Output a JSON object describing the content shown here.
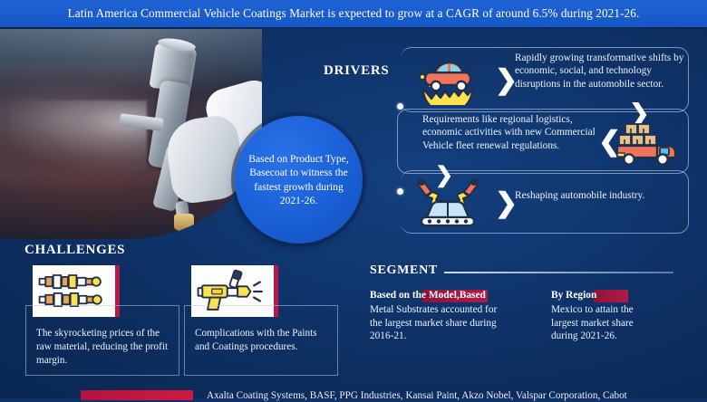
{
  "header": {
    "title": "Latin America Commercial Vehicle Coatings Market is expected to grow at a CAGR of around 6.5% during 2021-26."
  },
  "photo": {
    "alt": "spray-painting-vehicle-panel-photo"
  },
  "circle_callout": {
    "text": "Based on Product Type, Basecoat to witness the fastest growth during 2021-26."
  },
  "drivers": {
    "label": "DRIVERS",
    "items": [
      {
        "icon": "car-gear-icon",
        "text": "Rapidly growing transformative shifts by economic, social, and technology disruptions in the automobile sector."
      },
      {
        "icon": "delivery-truck-icon",
        "text": "Requirements like regional logistics, economic activities with new Commercial Vehicle fleet renewal regulations."
      },
      {
        "icon": "car-assembly-sparks-icon",
        "text": "Reshaping automobile industry."
      }
    ]
  },
  "challenges": {
    "label": "CHALLENGES",
    "items": [
      {
        "icon": "spark-plugs-icon",
        "text": "The skyrocketing prices of the raw material, reducing the profit margin."
      },
      {
        "icon": "spray-gun-icon",
        "text": "Complications with the Paints and Coatings procedures."
      }
    ]
  },
  "segment": {
    "label": "SEGMENT",
    "items": [
      {
        "heading": "Based on the Model,Based",
        "body": "Metal Substrates accounted for the largest market share during 2016-21."
      },
      {
        "heading": "By Region",
        "body": "Mexico to attain the largest market share during 2021-26."
      }
    ]
  },
  "companies": {
    "list": "Axalta Coating Systems, BASF, PPG Industries, Kansai Paint, Akzo Nobel, Valspar Corporation, Cabot"
  },
  "colors": {
    "background_navy": "#0e3166",
    "header_blue": "#1557c6",
    "circle_blue": "#1a5fd6",
    "accent_crimson": "#b8174a",
    "card_white": "#fdfdfb"
  }
}
